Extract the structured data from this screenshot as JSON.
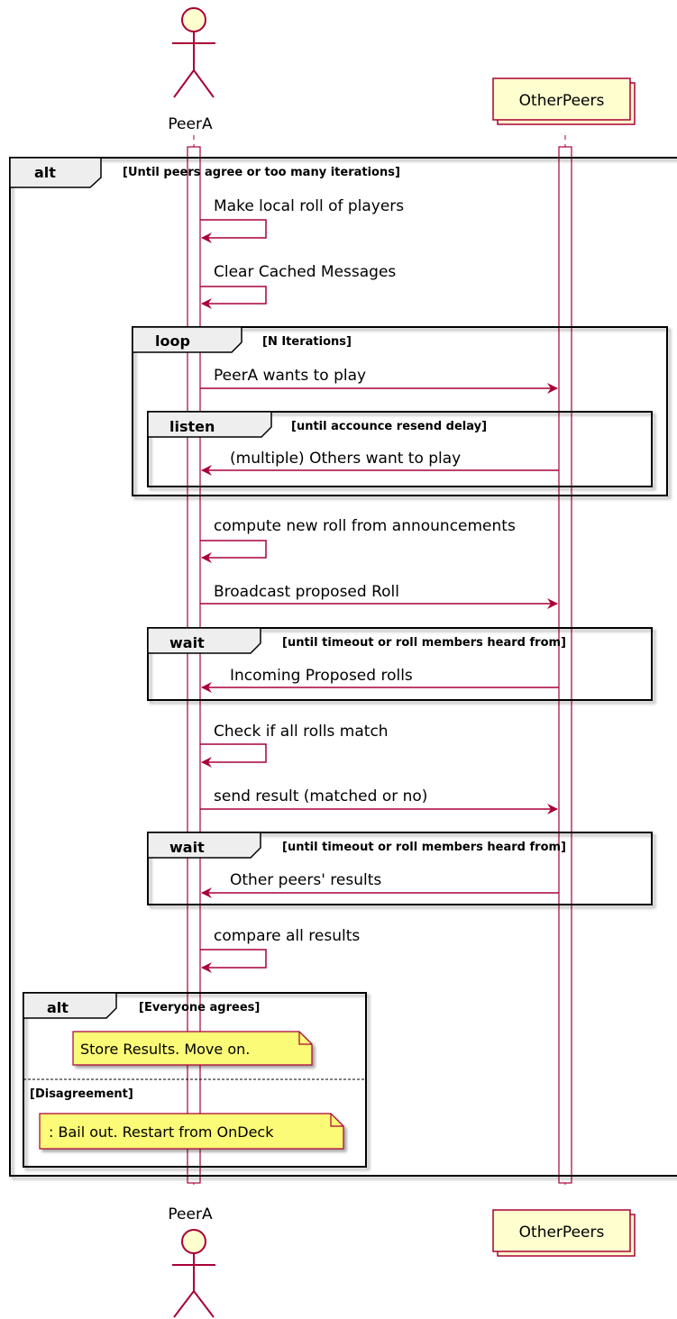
{
  "diagram": {
    "participants": {
      "actor": "PeerA",
      "other": "OtherPeers"
    },
    "fragments": {
      "outer_alt": {
        "keyword": "alt",
        "guard": "[Until peers agree or too many iterations]"
      },
      "loop": {
        "keyword": "loop",
        "guard": "[N Iterations]"
      },
      "listen": {
        "keyword": "listen",
        "guard": "[until accounce resend delay]"
      },
      "wait1": {
        "keyword": "wait",
        "guard": "[until timeout or roll members heard from]"
      },
      "wait2": {
        "keyword": "wait",
        "guard": "[until timeout or roll members heard from]"
      },
      "inner_alt": {
        "keyword": "alt",
        "guard": "[Everyone agrees]",
        "else_guard": "[Disagreement]"
      }
    },
    "messages": [
      "Make local roll of players",
      "Clear Cached Messages",
      "PeerA wants to play",
      "(multiple) Others want to play",
      "compute new roll from announcements",
      "Broadcast proposed Roll",
      "Incoming Proposed rolls",
      "Check if all rolls match",
      "send result (matched or no)",
      "Other peers' results",
      "compare all results"
    ],
    "notes": [
      "Store Results. Move on.",
      ": Bail out. Restart from OnDeck"
    ],
    "colors": {
      "arrow": "#A80036",
      "participant_fill": "#FEFECE",
      "note_fill": "#FBFB77",
      "fragment_header": "#EEEEEE"
    }
  }
}
